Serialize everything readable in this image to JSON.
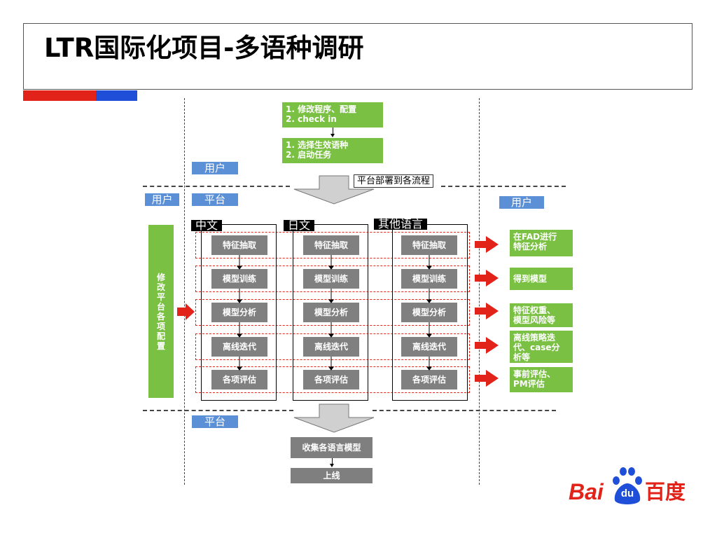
{
  "slide": {
    "title": "LTR国际化项目-多语种调研"
  },
  "top_steps": {
    "box1_line1": "1. 修改程序、配置",
    "box1_line2": "2. check in",
    "box2_line1": "1. 选择生效语种",
    "box2_line2": "2. 启动任务"
  },
  "roles": {
    "user": "用户",
    "platform": "平台"
  },
  "callout_deploy": "平台部署到各流程",
  "left_bar_text": "修改平台各项配置",
  "columns": [
    {
      "header": "中文",
      "steps": [
        "特征抽取",
        "模型训练",
        "模型分析",
        "离线迭代",
        "各项评估"
      ]
    },
    {
      "header": "日文",
      "steps": [
        "特征抽取",
        "模型训练",
        "模型分析",
        "离线迭代",
        "各项评估"
      ]
    },
    {
      "header": "其他语言",
      "steps": [
        "特征抽取",
        "模型训练",
        "模型分析",
        "离线迭代",
        "各项评估"
      ]
    }
  ],
  "right_outputs": [
    {
      "line1": "在FAD进行",
      "line2": "特征分析",
      "line3": ""
    },
    {
      "line1": "得到模型",
      "line2": "",
      "line3": ""
    },
    {
      "line1": "特征权重、",
      "line2": "模型风险等",
      "line3": ""
    },
    {
      "line1": "离线策略迭",
      "line2": "代、case分",
      "line3": "析等"
    },
    {
      "line1": "事前评估、",
      "line2": "PM评估",
      "line3": ""
    }
  ],
  "bottom_steps": {
    "collect": "收集各语言模型",
    "online": "上线"
  },
  "logo": {
    "text_bai": "Bai",
    "text_du": "du",
    "text_cn": "百度"
  },
  "colors": {
    "green": "#7ac143",
    "red": "#e2231a",
    "blue": "#1f4fd8",
    "gray": "#808080",
    "role_blue": "#5b8fd6"
  }
}
